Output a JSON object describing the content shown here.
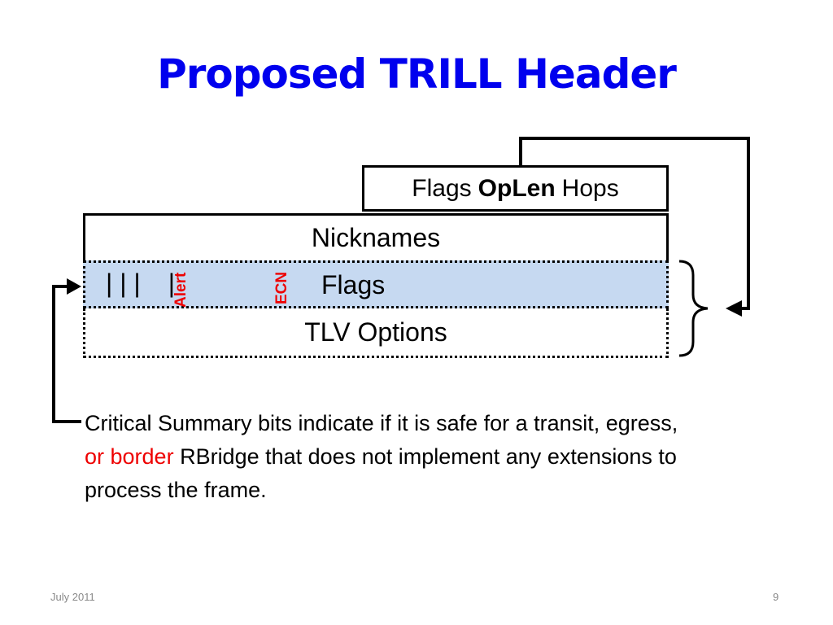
{
  "slide": {
    "title": "Proposed TRILL Header",
    "header_box": {
      "flags": "Flags",
      "oplen": "OpLen",
      "hops": "Hops"
    },
    "nicknames": "Nicknames",
    "flags_row": {
      "bits": "|  |  |",
      "bit_after": "|",
      "alert": "Alert",
      "ecn": "ECN",
      "label": "Flags"
    },
    "tlv": "TLV Options",
    "note": {
      "part1": "Critical Summary bits indicate if it is safe for a transit, egress, ",
      "red": "or border",
      "part2": " RBridge that does not implement any extensions to process the frame."
    },
    "footer": {
      "date": "July 2011",
      "page": "9"
    }
  },
  "colors": {
    "title": "#0000ee",
    "highlight": "#ee0000",
    "flags_fill": "#c6d9f1"
  }
}
